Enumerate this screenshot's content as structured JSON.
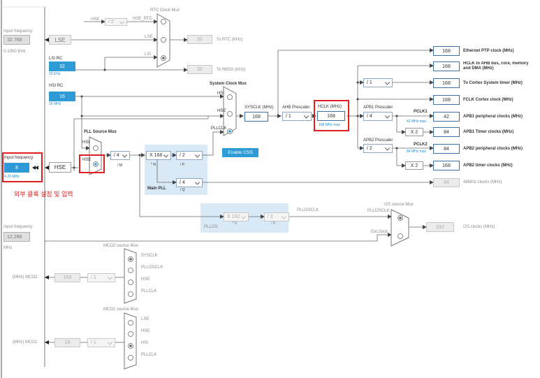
{
  "left_panel": {
    "input_frequency_label": "Input frequency",
    "lse_freq": "32.768",
    "lse_range": "0-1000 KHz",
    "lsi_label": "LSI RC",
    "lsi_val": "32",
    "lsi_unit": "32 KHz",
    "hsi_label": "HSI RC",
    "hsi_val": "16",
    "hsi_unit": "16 MHz",
    "hse_input_label": "Input frequency",
    "hse_freq": "8",
    "hse_range": "4-26 MHz",
    "i2s_input_label": "Input frequency",
    "i2s_freq": "12.288",
    "i2s_unit": "MHz",
    "annotation": "외부 클록 설정 및 입력"
  },
  "sources": {
    "lse": "LSE",
    "hse": "HSE"
  },
  "rtc": {
    "title": "RTC Clock Mux",
    "hse_label": "HSE",
    "div_value": "/ 2",
    "hse_rtc_label": "HSE_RTC",
    "lse_label": "LSE",
    "lsi_label": "LSI",
    "out_value": "32",
    "out_label": "To RTC (KHz)"
  },
  "iwdg": {
    "out_value": "32",
    "out_label": "To IWDG (KHz)"
  },
  "sysmux": {
    "title": "System Clock Mux",
    "hsi": "HSI",
    "hse": "HSE",
    "pllclk": "PLLCLK",
    "enable_css": "Enable CSS"
  },
  "sysclk": {
    "label": "SYSCLK (MHz)",
    "value": "168"
  },
  "ahb": {
    "label": "AHB Prescaler",
    "value": "/ 1"
  },
  "hclk": {
    "label": "HCLK (MHz)",
    "value": "168",
    "max": "168 MHz max"
  },
  "apb1": {
    "label": "APB1 Prescaler",
    "value": "/ 4",
    "pclk_label": "PCLK1",
    "max": "42 MHz max",
    "x2": "X 2"
  },
  "apb2": {
    "label": "APB2 Prescaler",
    "value": "/ 2",
    "pclk_label": "PCLK2",
    "max": "84 MHz max",
    "x2": "X 2"
  },
  "cortex_div": "/ 1",
  "pll_src": {
    "title": "PLL Source Mux",
    "hsi": "HSI",
    "hse": "HSE"
  },
  "pll": {
    "m_value": "/ 4",
    "m_label": "/ M",
    "n_value": "X 168",
    "n_label": "* N",
    "p_value": "/ 2",
    "p_label": "/ P",
    "q_value": "/ 4",
    "q_label": "/ Q",
    "title": "Main PLL"
  },
  "outputs": [
    {
      "value": "168",
      "label": "Ethernet PTP clock (MHz)"
    },
    {
      "value": "168",
      "label": "HCLK to AHB bus, core, memory and DMA (MHz)"
    },
    {
      "value": "168",
      "label": "To Cortex System timer (MHz)"
    },
    {
      "value": "168",
      "label": "FCLK Cortex clock (MHz)"
    },
    {
      "value": "42",
      "label": "APB1 peripheral clocks (MHz)"
    },
    {
      "value": "84",
      "label": "APB1 Timer clocks (MHz)"
    },
    {
      "value": "84",
      "label": "APB2 peripheral clocks (MHz)"
    },
    {
      "value": "168",
      "label": "APB2 timer clocks (MHz)"
    },
    {
      "value": "84",
      "label": "48MHz clocks (MHz)"
    }
  ],
  "plli2s": {
    "n_value": "X 192",
    "n_label": "* N",
    "r_value": "/ 2",
    "r_label": "/ R",
    "title": "PLLI2S",
    "clk_label": "PLLI2SCLK"
  },
  "i2s_mux": {
    "title": "I2S source Mux",
    "in1": "PLLI2SCLK",
    "in2": "Ext.clock",
    "out_value": "192",
    "out_label": "I2S clocks (MHz)"
  },
  "mco2": {
    "title": "MCO2 source Mux",
    "inputs": [
      "SYSCLK",
      "PLLI2SCLK",
      "HSE",
      "PLLCLK"
    ],
    "div": "/ 1",
    "value": "168",
    "label": "(MHz) MCO2"
  },
  "mco1": {
    "title": "MCO1 source Mux",
    "inputs": [
      "LSE",
      "HSE",
      "HSI",
      "PLLCLK"
    ],
    "div": "/ 1",
    "value": "16",
    "label": "(MHz) MCO1"
  }
}
